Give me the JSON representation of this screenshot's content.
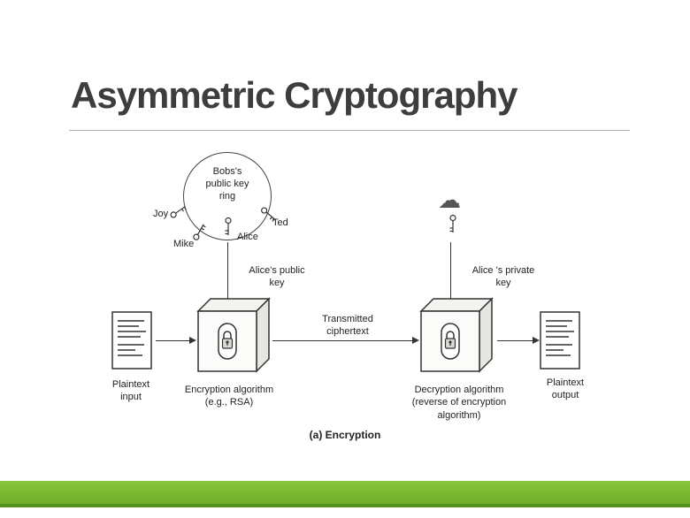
{
  "slide": {
    "title": "Asymmetric Cryptography"
  },
  "diagram": {
    "ring_label": "Bobs's\npublic key\nring",
    "names": {
      "joy": "Joy",
      "mike": "Mike",
      "alice": "Alice",
      "ted": "Ted"
    },
    "public_key_label": "Alice's public\nkey",
    "private_key_label": "Alice 's private\nkey",
    "plaintext_input": "Plaintext\ninput",
    "encryption_label": "Encryption algorithm\n(e.g., RSA)",
    "transmitted_label": "Transmitted\nciphertext",
    "decryption_label": "Decryption algorithm\n(reverse of encryption\nalgorithm)",
    "plaintext_output": "Plaintext\noutput",
    "caption": "(a) Encryption",
    "cloud_glyph": "☁"
  },
  "colors": {
    "accent_green": "#76b72e",
    "accent_green_dark": "#54921e",
    "title_color": "#3d3d3d",
    "ink": "#333333"
  }
}
